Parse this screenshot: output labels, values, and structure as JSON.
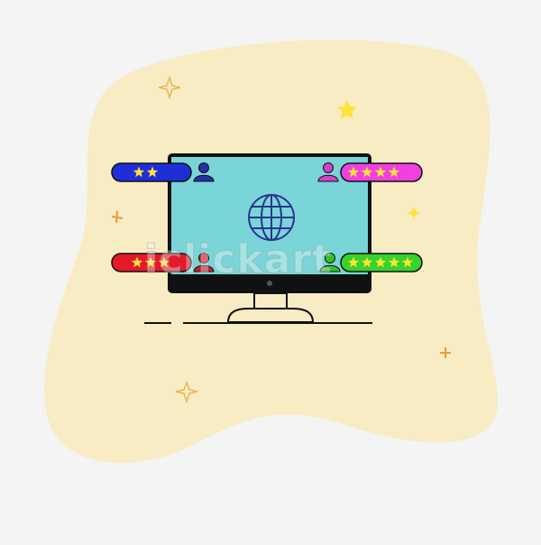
{
  "illustration": {
    "background_color": "#f4f4f4",
    "blob_color": "#f7ecc3",
    "monitor": {
      "frame_color": "#111111",
      "screen_color": "#79d5d8",
      "stand_color": "#f7ecc3",
      "globe_color": "#2b3590",
      "globe_icon": "globe-icon"
    },
    "reviews": [
      {
        "id": "top-left",
        "pill_color": "#1e2fd8",
        "avatar_color": "#2430a8",
        "rating": 2,
        "max_rating": 2
      },
      {
        "id": "top-right",
        "pill_color": "#ef40e0",
        "avatar_color": "#d640c8",
        "rating": 4,
        "max_rating": 4
      },
      {
        "id": "bottom-left",
        "pill_color": "#e4192a",
        "avatar_color": "#d01926",
        "rating": 3,
        "max_rating": 3
      },
      {
        "id": "bottom-right",
        "pill_color": "#35d32b",
        "avatar_color": "#2ec626",
        "rating": 5,
        "max_rating": 5
      }
    ],
    "star_color": "#ffe23a",
    "sparkle_colors": [
      "#e8b84a",
      "#ffe23a",
      "#e89a3a"
    ],
    "watermark": "iclickart"
  }
}
